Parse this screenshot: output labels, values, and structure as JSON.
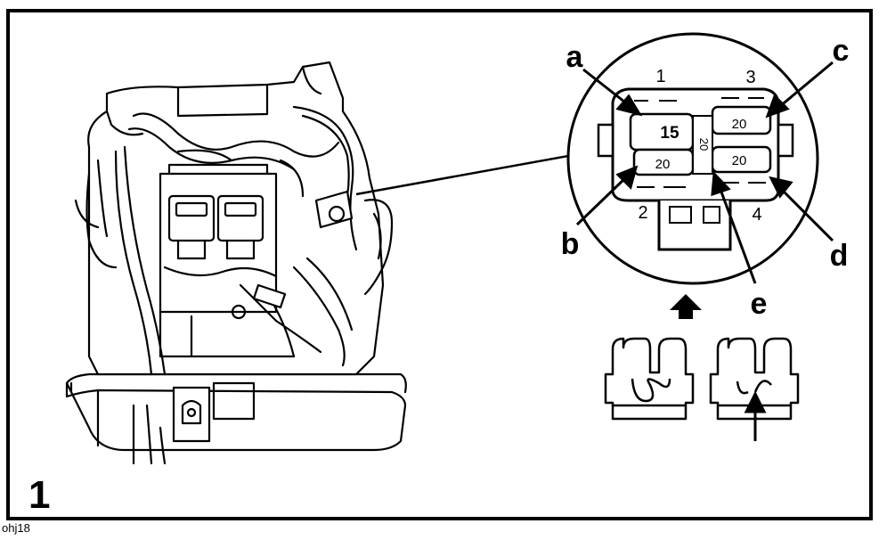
{
  "figure": {
    "number": "1",
    "code": "ohj18"
  },
  "callouts": {
    "a": "a",
    "b": "b",
    "c": "c",
    "d": "d",
    "e": "e"
  },
  "slots": {
    "s1": "1",
    "s2": "2",
    "s3": "3",
    "s4": "4"
  },
  "fuses": {
    "f15": "15",
    "f20a": "20",
    "f20b": "20",
    "f20c": "20",
    "f20d": "20"
  }
}
